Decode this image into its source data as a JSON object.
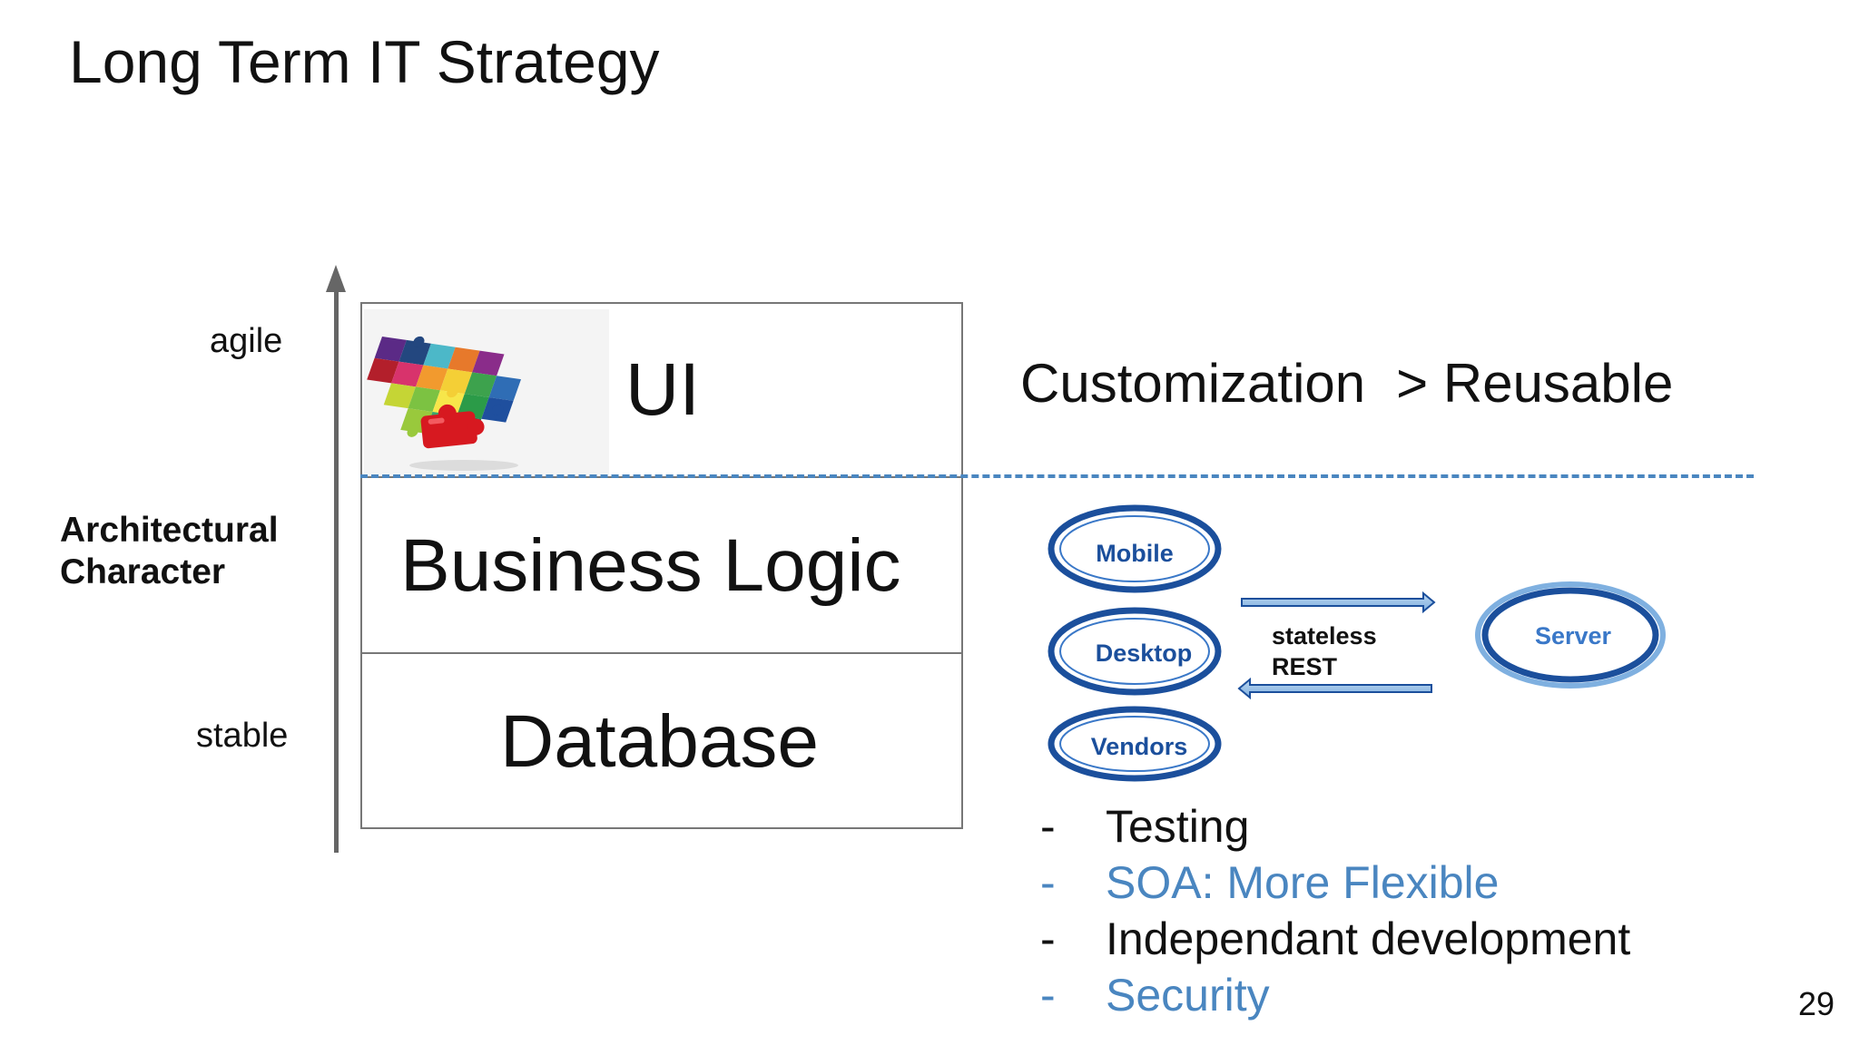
{
  "slide": {
    "title": "Long Term IT Strategy",
    "page_number": "29"
  },
  "axis": {
    "top_label": "agile",
    "middle_label_line1": "Architectural",
    "middle_label_line2": "Character",
    "bottom_label": "stable"
  },
  "layers": {
    "ui": "UI",
    "business": "Business Logic",
    "database": "Database"
  },
  "customization": {
    "left": "Customization",
    "right": "> Reusable"
  },
  "diagram": {
    "clients": [
      "Mobile",
      "Desktop",
      "Vendors"
    ],
    "server": "Server",
    "link_line1": "stateless",
    "link_line2": "REST"
  },
  "bullets": [
    {
      "mark": "-",
      "text": "Testing",
      "color": "#111111"
    },
    {
      "mark": "-",
      "text": "SOA: More Flexible",
      "color": "#4a86c0"
    },
    {
      "mark": "-",
      "text": "Independant development",
      "color": "#111111"
    },
    {
      "mark": "-",
      "text": "Security",
      "color": "#4a86c0"
    }
  ],
  "colors": {
    "accent_blue": "#4a86c0",
    "diagram_blue": "#1b4f9c"
  }
}
